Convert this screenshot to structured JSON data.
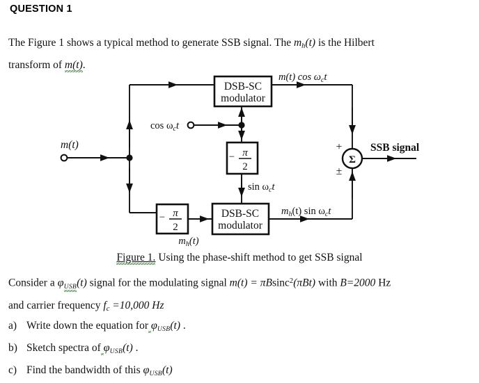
{
  "document": {
    "heading": "QUESTION 1",
    "intro": {
      "line1_a": "The Figure 1 shows a typical method to generate SSB signal.   The ",
      "m_h": "m",
      "m_h_sub": "h",
      "m_h_arg": "(t)",
      "line1_b": " is the Hilbert",
      "line2_a": "transform of ",
      "line2_m": "m(t)",
      "line2_b": "."
    },
    "figure": {
      "caption_label": "Figure 1.",
      "caption_text": " Using the phase-shift method to get SSB signal",
      "blocks": [
        {
          "id": "dsb-top",
          "line1": "DSB-SC",
          "line2": "modulator"
        },
        {
          "id": "dsb-bottom",
          "line1": "DSB-SC",
          "line2": "modulator"
        },
        {
          "id": "phase-mid",
          "minus": "−",
          "num": "π",
          "den": "2"
        },
        {
          "id": "phase-left",
          "minus": "−",
          "num": "π",
          "den": "2"
        }
      ],
      "summer": {
        "symbol": "Σ",
        "plus": "+",
        "plusminus": "±"
      },
      "labels": {
        "input_m": "m(t)",
        "carrier": "cos ω",
        "carrier_sub": "c",
        "carrier_t": "t",
        "top_product": "m(t) cos ω",
        "top_product_sub": "c",
        "top_product_t": "t",
        "sin_carrier": "sin ω",
        "sin_carrier_sub": "c",
        "sin_carrier_t": "t",
        "hilbert_out": "m",
        "hilbert_out_sub": "h",
        "hilbert_out_arg": "(t)",
        "bottom_product_m": "m",
        "bottom_product_sub": "h",
        "bottom_product_rest": "(t) sin ω",
        "bottom_product_sub2": "c",
        "bottom_product_t": "t",
        "output": "SSB signal"
      }
    },
    "consider": {
      "a": "Consider a ",
      "phi": "φ",
      "phi_sub": "USB",
      "phi_arg": "(t)",
      "b": " signal for the modulating signal ",
      "eq_a": "m(t) = ",
      "eq_pi_b": "πB",
      "eq_sinc": "sinc",
      "eq_sup": "2",
      "eq_arg": "(πBt)",
      "c": " with ",
      "B": "B=2000",
      "hz": " Hz",
      "line2_a": "and carrier frequency ",
      "f": "f",
      "f_sub": "c",
      "f_eq": " =10,000 ",
      "f_hz": "Hz"
    },
    "items": [
      {
        "marker": "a)",
        "text_a": "Write down the equation for",
        "phi": "φ",
        "phi_sub": "USB",
        "phi_arg": "(t)",
        "text_b": " ."
      },
      {
        "marker": "b)",
        "text_a": "Sketch spectra of",
        "phi": "φ",
        "phi_sub": "USB",
        "phi_arg": "(t)",
        "text_b": " ."
      },
      {
        "marker": "c)",
        "text_a": "Find the bandwidth of this",
        "phi": "φ",
        "phi_sub": "USB",
        "phi_arg": "(t)",
        "text_b": ""
      }
    ],
    "colors": {
      "ink": "#111111",
      "spellcheck_underline": "#3c8a3c",
      "background": "#ffffff"
    }
  }
}
